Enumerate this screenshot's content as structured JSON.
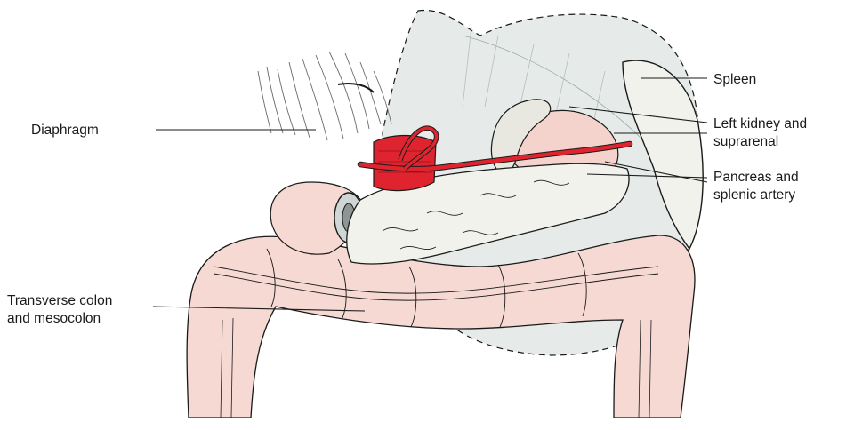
{
  "labels": {
    "spleen": "Spleen",
    "kidney_line1": "Left kidney and",
    "kidney_line2": "suprarenal",
    "diaphragm": "Diaphragm",
    "pancreas_line1": "Pancreas and",
    "pancreas_line2": "splenic artery",
    "colon_line1": "Transverse colon",
    "colon_line2": "and mesocolon"
  },
  "colors": {
    "stomach_outline_fill": "#e6ebea",
    "colon_fill": "#f6d9d3",
    "kidney_fill": "#f4d3cc",
    "pancreas_fill": "#f2f2ec",
    "aorta_red": "#e0242f",
    "outline": "#1a1a1a"
  }
}
